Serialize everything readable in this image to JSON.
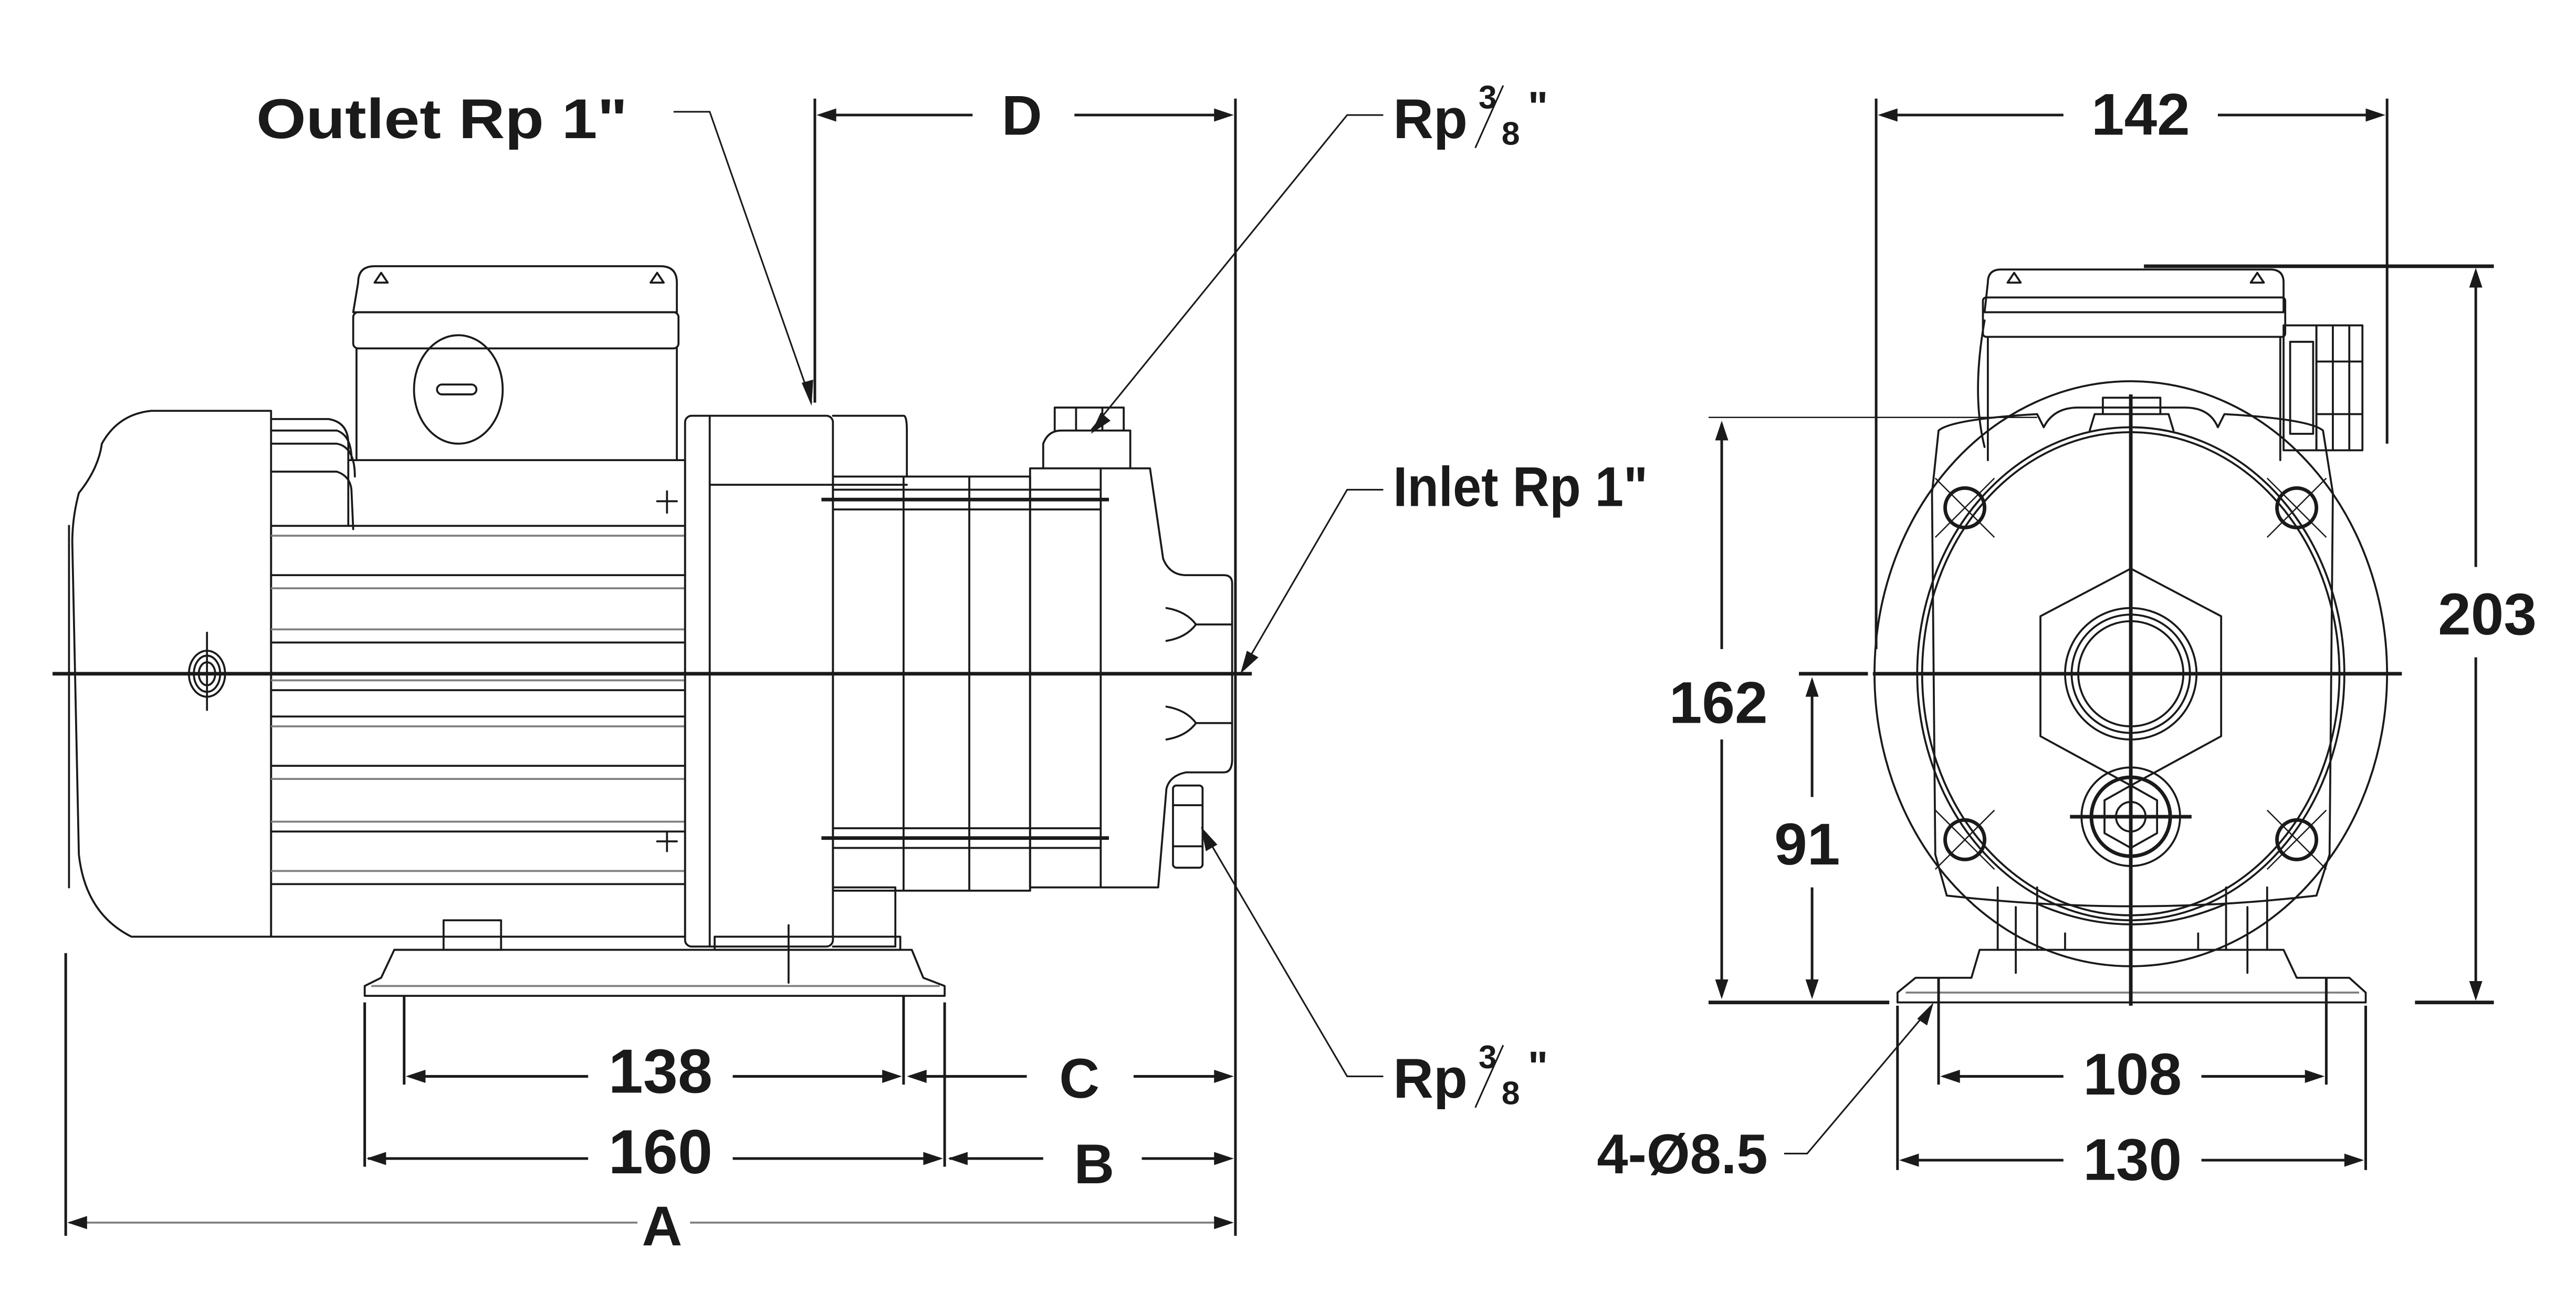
{
  "title": "Multistage centrifugal pump dimension drawing",
  "colors": {
    "ink": "#1a1a1a",
    "secondary_line": "#808080",
    "background": "#ffffff"
  },
  "side_view": {
    "callouts": {
      "outlet": "Outlet Rp 1\"",
      "inlet": "Inlet Rp 1\"",
      "priming_plug": {
        "prefix": "Rp",
        "numerator": "3",
        "denominator": "8",
        "suffix": "\""
      },
      "drain_plug": {
        "prefix": "Rp",
        "numerator": "3",
        "denominator": "8",
        "suffix": "\""
      }
    },
    "dimensions": {
      "overall_length": "A",
      "pump_end_length": "B",
      "foot_to_inlet": "C",
      "outlet_to_inlet": "D",
      "foot_hole_spacing": "138",
      "foot_length": "160"
    }
  },
  "end_view": {
    "dimensions": {
      "overall_width": "142",
      "overall_height": "203",
      "outlet_height": "162",
      "shaft_height": "91",
      "foot_hole_spacing": "108",
      "foot_width": "130",
      "mounting_holes": "4-Ø8.5"
    }
  }
}
